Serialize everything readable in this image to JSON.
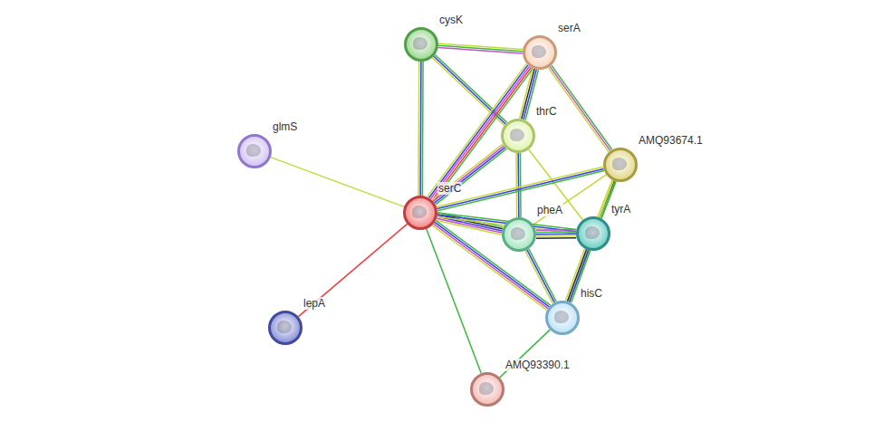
{
  "diagram": {
    "nodes": [
      {
        "text": [
          "cysK"
        ]
      },
      {
        "text": [
          "serA"
        ]
      },
      {
        "text": [
          "glmS"
        ]
      },
      {
        "text": [
          "thrC"
        ]
      },
      {
        "text": [
          "AMQ93674.1"
        ]
      },
      {
        "text": [
          "serC"
        ]
      },
      {
        "text": [
          "pheA"
        ]
      },
      {
        "text": [
          "tyrA"
        ]
      },
      {
        "text": [
          "hisC"
        ]
      },
      {
        "text": [
          "lepA"
        ]
      },
      {
        "text": [
          "AMQ93390.1"
        ]
      }
    ],
    "edges": [
      {
        "from": 0,
        "to": 1,
        "arrow": "none"
      },
      {
        "from": 0,
        "to": 5,
        "arrow": "none"
      },
      {
        "from": 0,
        "to": 3,
        "arrow": "none"
      },
      {
        "from": 1,
        "to": 3,
        "arrow": "none"
      },
      {
        "from": 1,
        "to": 5,
        "arrow": "none"
      },
      {
        "from": 1,
        "to": 4,
        "arrow": "none"
      },
      {
        "from": 2,
        "to": 5,
        "arrow": "none"
      },
      {
        "from": 3,
        "to": 5,
        "arrow": "none"
      },
      {
        "from": 3,
        "to": 6,
        "arrow": "none"
      },
      {
        "from": 3,
        "to": 7,
        "arrow": "none"
      },
      {
        "from": 4,
        "to": 5,
        "arrow": "none"
      },
      {
        "from": 4,
        "to": 6,
        "arrow": "none"
      },
      {
        "from": 4,
        "to": 7,
        "arrow": "none"
      },
      {
        "from": 4,
        "to": 8,
        "arrow": "none"
      },
      {
        "from": 5,
        "to": 6,
        "arrow": "none"
      },
      {
        "from": 5,
        "to": 7,
        "arrow": "none"
      },
      {
        "from": 5,
        "to": 8,
        "arrow": "none"
      },
      {
        "from": 5,
        "to": 9,
        "arrow": "none"
      },
      {
        "from": 5,
        "to": 10,
        "arrow": "none"
      },
      {
        "from": 6,
        "to": 7,
        "arrow": "none"
      },
      {
        "from": 6,
        "to": 8,
        "arrow": "none"
      },
      {
        "from": 7,
        "to": 8,
        "arrow": "none"
      },
      {
        "from": 8,
        "to": 10,
        "arrow": "none"
      }
    ]
  }
}
